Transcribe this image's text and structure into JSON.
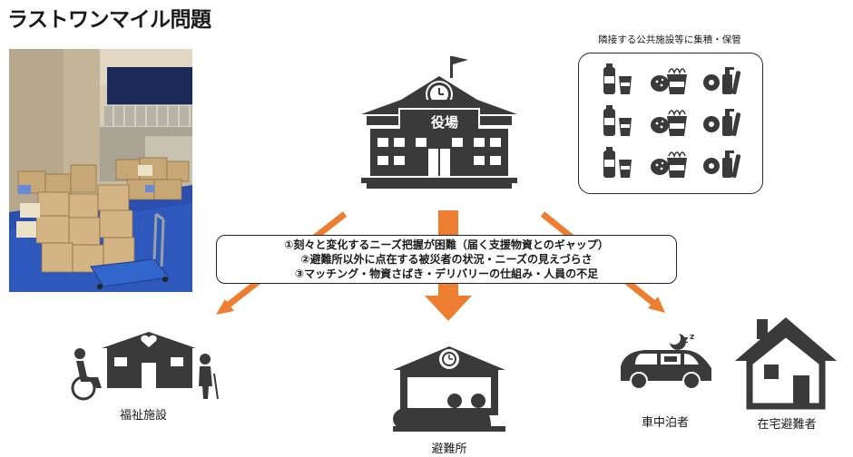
{
  "title": "ラストワンマイル問題",
  "storage": {
    "caption": "隣接する公共施設等に集積・保管"
  },
  "office": {
    "sign": "役場"
  },
  "issues": [
    "①刻々と変化するニーズ把握が困難（届く支援物資とのギャップ）",
    "②避難所以外に点在する被災者の状況・ニーズの見えづらさ",
    "③マッチング・物資さばき・デリバリーの仕組み・人員の不足"
  ],
  "destinations": {
    "welfare": "福祉施設",
    "shelter": "避難所",
    "car": "車中泊者",
    "home": "在宅避難者"
  },
  "colors": {
    "arrow": "#ed7d31",
    "icon": "#3a3a3a"
  }
}
